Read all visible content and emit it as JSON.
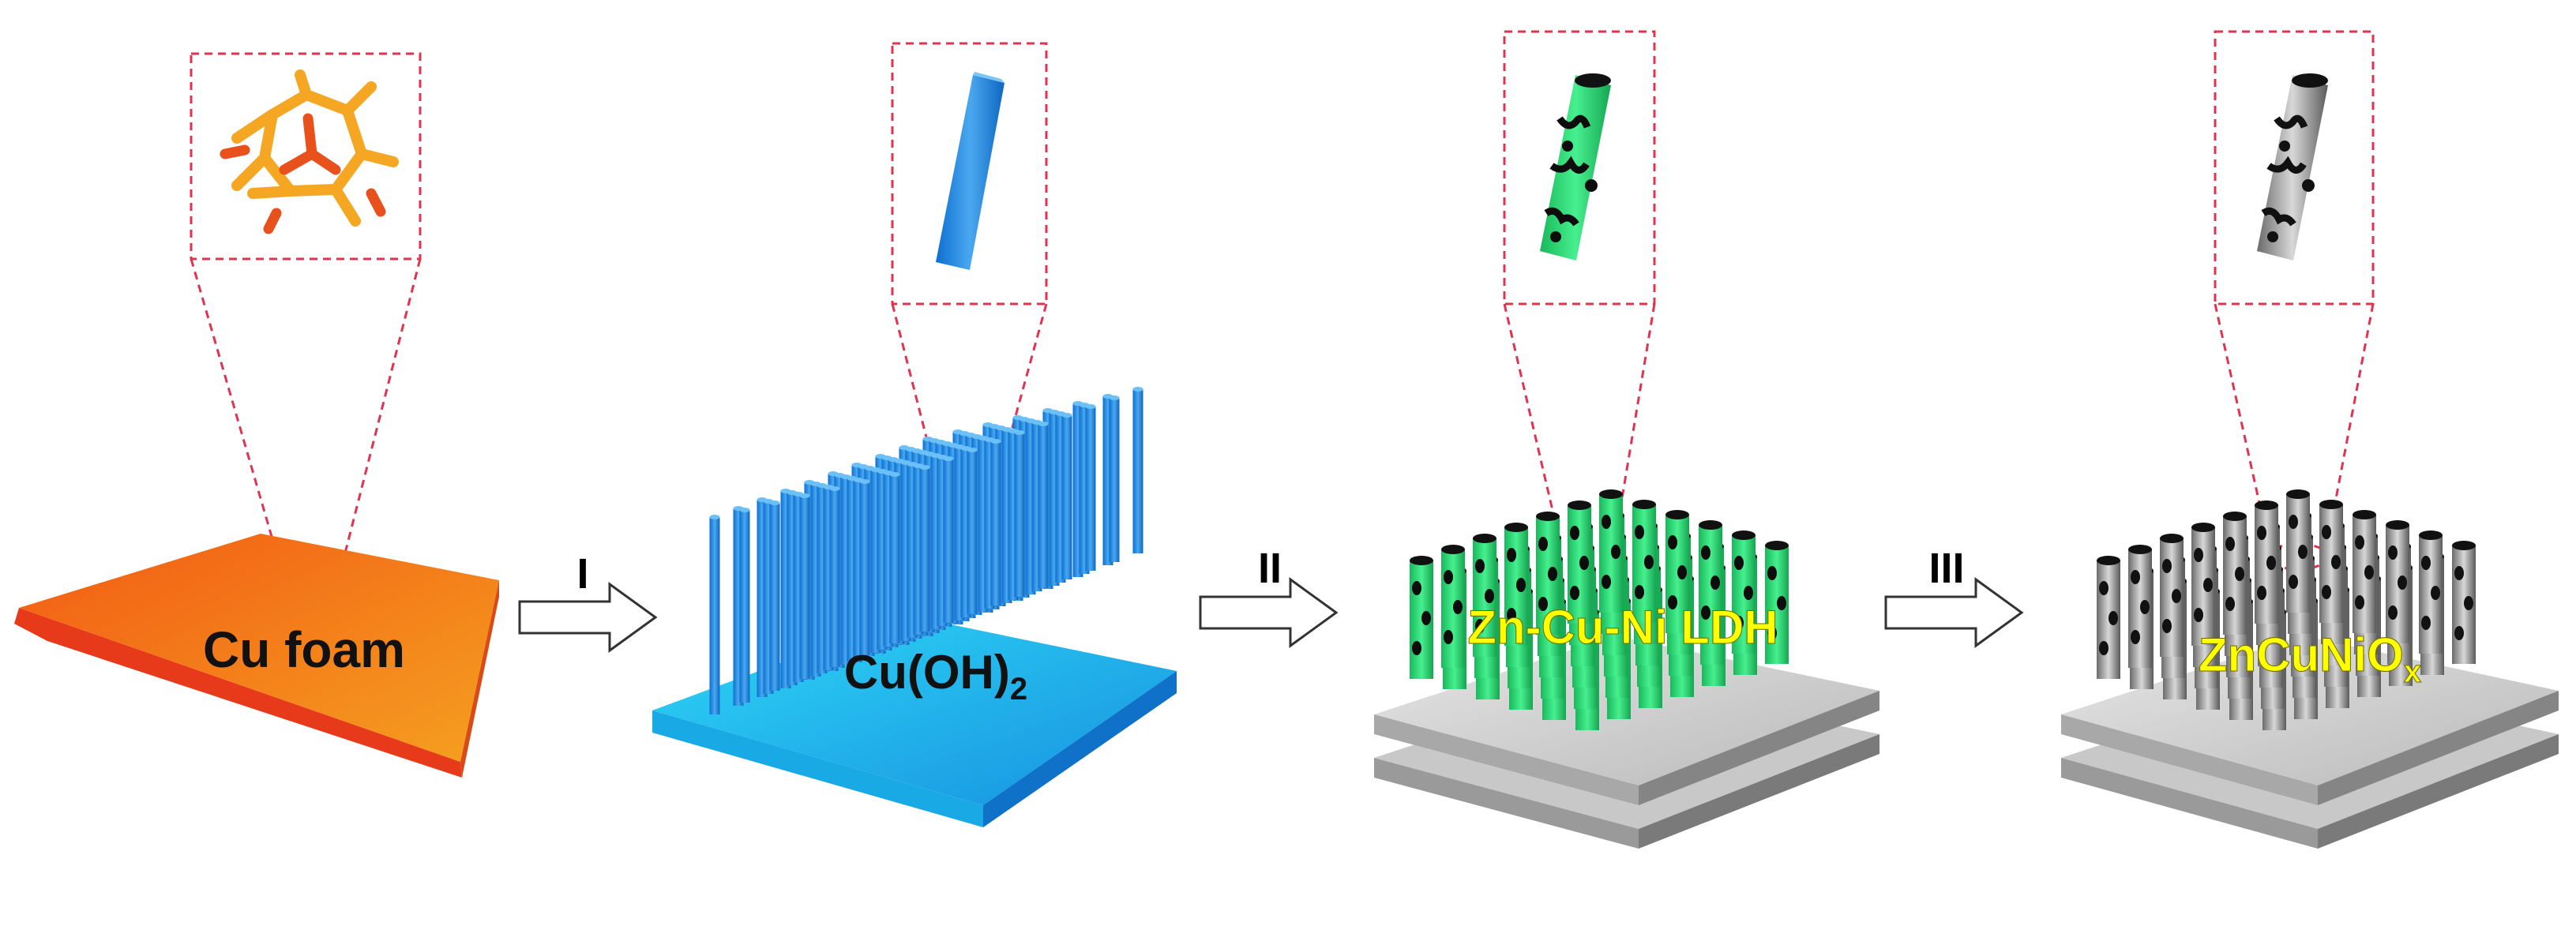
{
  "stages": [
    {
      "label": "Cu foam",
      "label_main": "Cu foam",
      "label_sub": ""
    },
    {
      "label": "Cu(OH)2",
      "label_main": "Cu(OH)",
      "label_sub": "2"
    },
    {
      "label": "Zn-Cu-Ni LDH",
      "label_main": "Zn-Cu-Ni LDH",
      "label_sub": ""
    },
    {
      "label": "ZnCuNiOx",
      "label_main": "ZnCuNiO",
      "label_sub": "x"
    }
  ],
  "steps": [
    {
      "label": "I"
    },
    {
      "label": "II"
    },
    {
      "label": "III"
    }
  ],
  "colors": {
    "foam_orange": "#f07818",
    "foam_edge": "#e84a1c",
    "foam_network": "#f5a623",
    "rod_blue": "#1e88e5",
    "rod_blue_light": "#4fb3f6",
    "base_cyan": "#1ec8f0",
    "ldh_green": "#2ee07a",
    "oxide_gray": "#9a9a9a",
    "plate_gray": "#c8c8c8",
    "label_yellow": "#ffff00",
    "zoom_line": "#e0334f"
  }
}
